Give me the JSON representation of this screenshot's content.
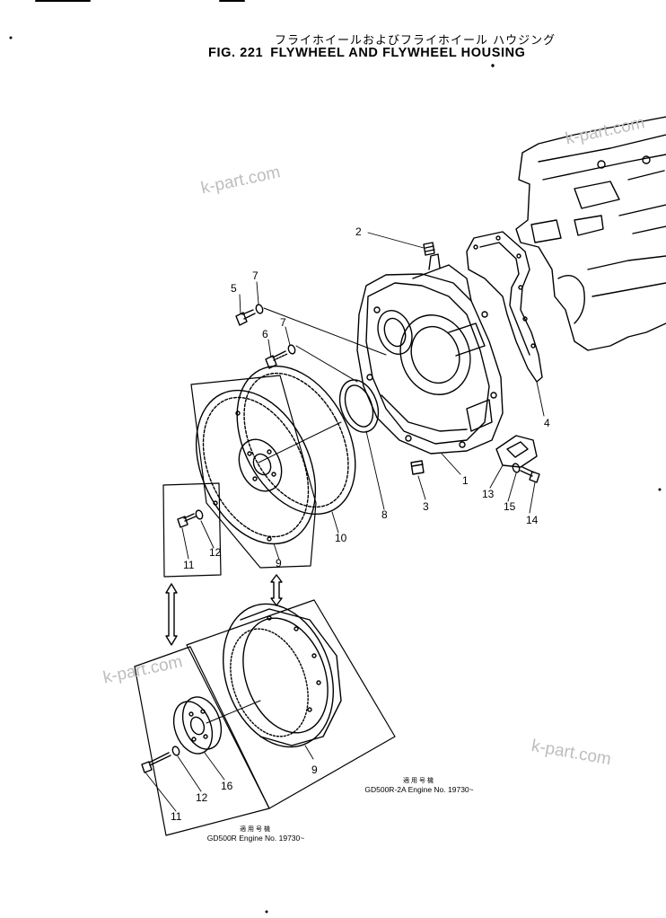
{
  "header": {
    "title_jp": "フライホイールおよびフライホイール ハウジング",
    "fig_label": "FIG. 221",
    "title_en": "FLYWHEEL AND FLYWHEEL HOUSING"
  },
  "watermarks": [
    "k-part.com",
    "k-part.com",
    "k-part.com",
    "k-part.com"
  ],
  "callouts": [
    "1",
    "2",
    "3",
    "4",
    "5",
    "6",
    "7",
    "7",
    "8",
    "9",
    "9",
    "10",
    "11",
    "11",
    "12",
    "12",
    "13",
    "14",
    "15",
    "16"
  ],
  "notes": {
    "right": {
      "jp": "適用号機",
      "model": "GD500R-2A",
      "engine": "Engine No. 19730~"
    },
    "left": {
      "jp": "適用号機",
      "model": "GD500R",
      "engine": "Engine No. 19730~"
    }
  }
}
